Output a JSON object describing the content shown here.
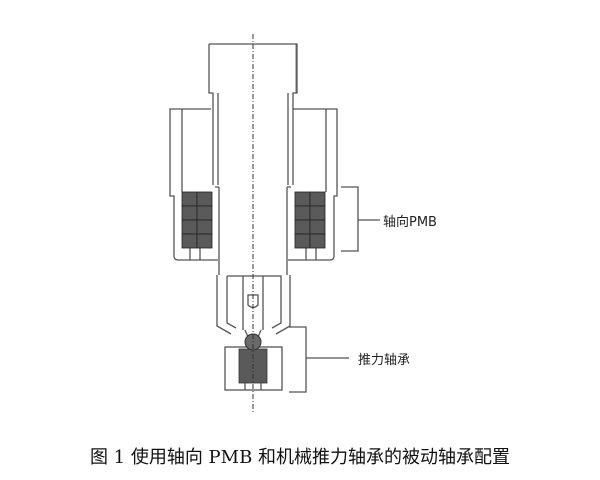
{
  "figure": {
    "labels": {
      "axial_pmb": "轴向PMB",
      "thrust_bearing": "推力轴承"
    },
    "caption": "图 1  使用轴向 PMB 和机械推力轴承的被动轴承配置"
  },
  "colors": {
    "line": "#555555",
    "magnet": "#5a5a5a",
    "background": "#ffffff"
  }
}
